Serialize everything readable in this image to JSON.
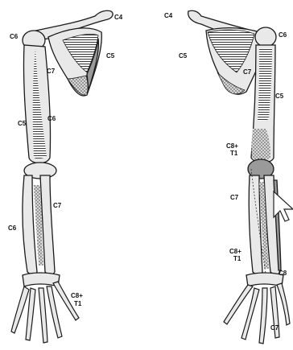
{
  "colors": {
    "bone_fill": "#e9e9e9",
    "outline": "#1a1a1a",
    "shade": "#9a9a9a",
    "background": "#ffffff"
  },
  "left_arm": {
    "labels": {
      "c4": "C4",
      "c6_shoulder": "C6",
      "c5_scapula": "C5",
      "c7_axilla": "C7",
      "c5_humerus": "C5",
      "c6_humerus": "C6",
      "c7_forearm": "C7",
      "c6_forearm": "C6",
      "c8_hand": "C8+",
      "t1_hand": "T1"
    }
  },
  "right_arm": {
    "labels": {
      "c4": "C4",
      "c6_shoulder": "C6",
      "c5_scapula": "C5",
      "c7_scapula": "C7",
      "c5_humerus": "C5",
      "c8_elbow": "C8+",
      "t1_elbow": "T1",
      "c7_forearm": "C7",
      "c8_forearm": "C8+",
      "t1_forearm": "T1",
      "c8_wrist": "C8",
      "c7_hand": "C7"
    }
  },
  "cursor": {
    "icon": "arrow-cursor-icon"
  }
}
